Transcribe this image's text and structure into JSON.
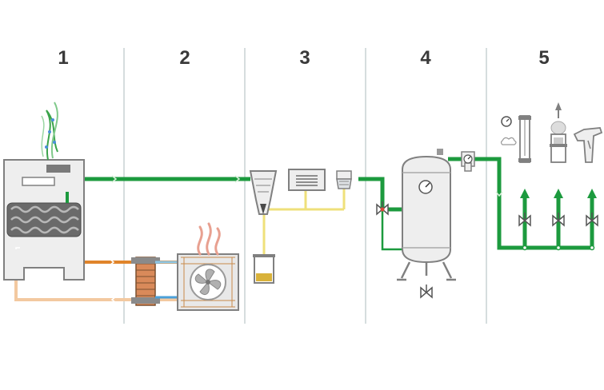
{
  "stages": [
    {
      "number": "1"
    },
    {
      "number": "2"
    },
    {
      "number": "3"
    },
    {
      "number": "4"
    },
    {
      "number": "5"
    }
  ],
  "colors": {
    "compressed_air_line": "#1c9a3e",
    "cooling_hot": "#e0842a",
    "cooling_cold": "#f3c9a0",
    "condensate_line": "#efe07a",
    "equipment_fill": "#eeeeee",
    "equipment_stroke": "#808080",
    "divider": "#c8d2d4",
    "stage_number": "#3a3a3a"
  },
  "icons": [
    "compressor-unit-icon",
    "air-intake-plume-icon",
    "heat-exchanger-icon",
    "fan-cooler-icon",
    "heat-plume-icon",
    "cyclone-separator-icon",
    "refrigerated-dryer-icon",
    "line-filter-icon",
    "condensate-collector-icon",
    "air-receiver-tank-icon",
    "pressure-gauge-icon",
    "pressure-regulator-icon",
    "pneumatic-cylinder-icon",
    "vacuum-ejector-icon",
    "blow-gun-icon",
    "ball-valve-icon",
    "flow-arrow-icon"
  ]
}
